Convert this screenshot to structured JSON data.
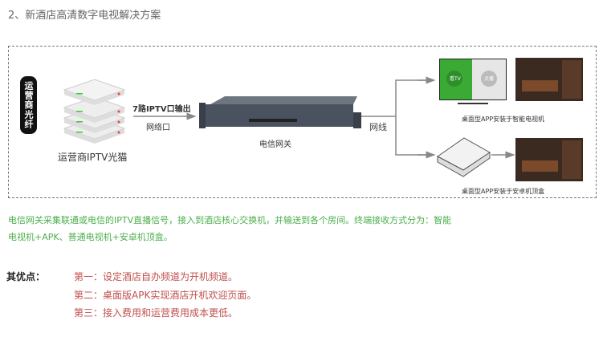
{
  "title": "2、新酒店高清数字电视解决方案",
  "diagram": {
    "fiber_label": "运营商光纤",
    "modem_label": "运营商IPTV光猫",
    "output_label": "7路IPTV口输出",
    "port_label": "网络口",
    "gateway_label": "电信网关",
    "cable_label": "网线",
    "tv_screen_left": "看TV",
    "tv_screen_right": "点播",
    "smart_tv_label": "桌面型APP安装于智能电视机",
    "stb_label": "桌面型APP安装于安卓机顶盒"
  },
  "description": "电信网关采集联通或电信的IPTV直播信号，接入到酒店核心交换机，并输送到各个房间。终端接收方式分为：智能电视机+APK、普通电视机+安卓机顶盒。",
  "advantages": {
    "heading": "其优点：",
    "items": [
      "第一：设定酒店自办频道为开机频道。",
      "第二：桌面版APK实现酒店开机欢迎页面。",
      "第三：接入费用和运营费用成本更低。"
    ]
  },
  "colors": {
    "green": "#4cae4c",
    "red": "#c0504d",
    "tv_green": "#3aaa35"
  }
}
